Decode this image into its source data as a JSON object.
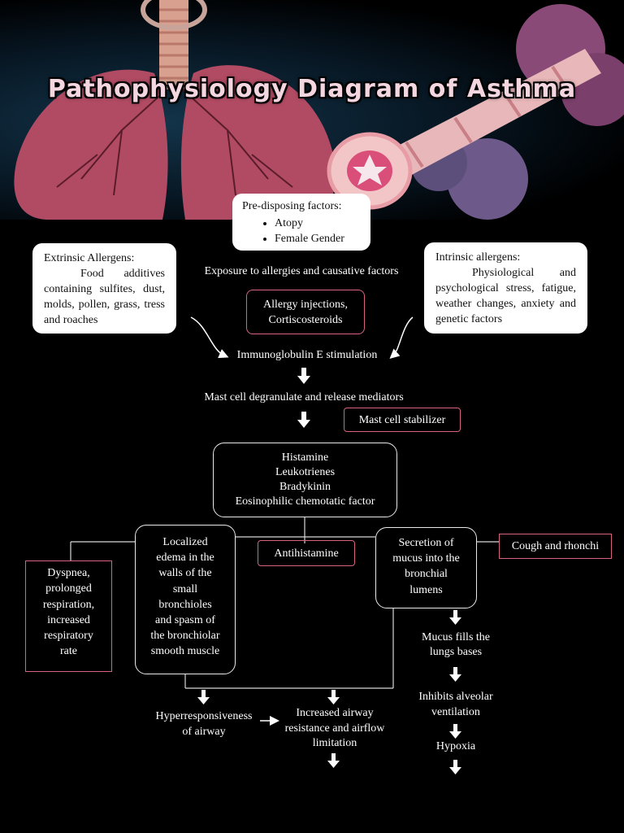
{
  "title": "Pathophysiology Diagram of Asthma",
  "predisposing": {
    "heading": "Pre-disposing factors:",
    "items": [
      "Atopy",
      "Female Gender"
    ]
  },
  "extrinsic": {
    "heading": "Extrinsic Allergens:",
    "text": "Food additives containing sulfites, dust, molds, pollen, grass, tress and roaches"
  },
  "intrinsic": {
    "heading": "Intrinsic allergens:",
    "text": "Physiological and psychological stress, fatigue, weather changes, anxiety and genetic factors"
  },
  "exposure": "Exposure to allergies and causative factors",
  "allergy_injections": [
    "Allergy injections,",
    "Cortiscosteroids"
  ],
  "ige": "Immunoglobulin E stimulation",
  "mast_cell": "Mast cell degranulate and release mediators",
  "mast_cell_stabilizer": "Mast cell stabilizer",
  "mediators": [
    "Histamine",
    "Leukotrienes",
    "Bradykinin",
    "Eosinophilic chemotatic factor"
  ],
  "antihistamine": "Antihistamine",
  "edema": [
    "Localized",
    "edema in the",
    "walls of the",
    "small",
    "bronchioles",
    "and spasm of",
    "the bronchiolar",
    "smooth muscle"
  ],
  "dyspnea": [
    "Dyspnea,",
    "prolonged",
    "respiration,",
    "increased",
    "respiratory",
    "rate"
  ],
  "secretion": [
    "Secretion of",
    "mucus into the",
    "bronchial",
    "lumens"
  ],
  "cough": "Cough and rhonchi",
  "mucus_fills": [
    "Mucus fills the",
    "lungs bases"
  ],
  "inhibits": [
    "Inhibits alveolar",
    "ventilation"
  ],
  "hypoxia": "Hypoxia",
  "hyperresponsiveness": [
    "Hyperresponsiveness",
    "of airway"
  ],
  "increased_airway": [
    "Increased airway",
    "resistance and airflow",
    "limitation"
  ]
}
